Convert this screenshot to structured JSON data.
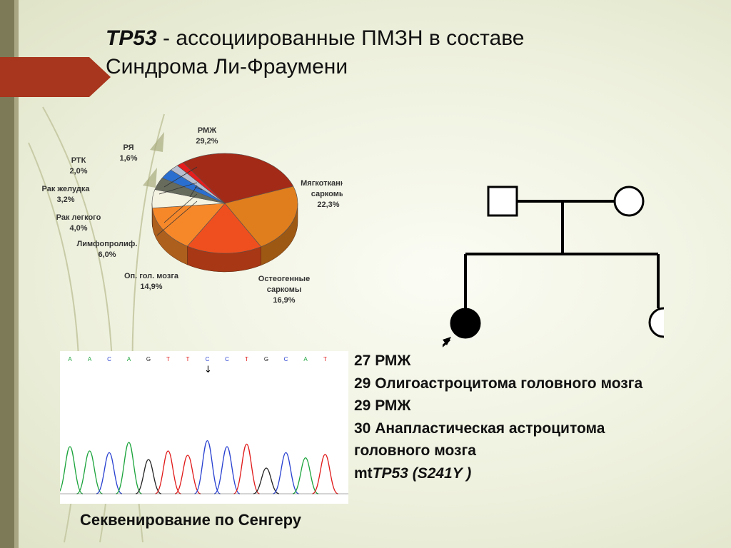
{
  "title": {
    "gene": "TP53",
    "line1_rest": " - ассоциированные ПМЗН в составе",
    "line2": "Синдрома Ли-Фраумени"
  },
  "chart_data": {
    "type": "pie",
    "categories": [
      "РМЖ",
      "Мягкотканные саркомы",
      "Остеогенные саркомы",
      "Оп. гол. мозга",
      "Лимфопролиф.",
      "Рак легкого",
      "Рак желудка",
      "РТК",
      "РЯ"
    ],
    "values": [
      29.2,
      22.3,
      16.9,
      14.9,
      6.0,
      4.0,
      3.2,
      2.0,
      1.6
    ],
    "labels": [
      "29,2%",
      "22,3%",
      "16,9%",
      "14,9%",
      "6,0%",
      "4,0%",
      "3,2%",
      "2,0%",
      "1,6%"
    ],
    "colors": [
      "#a32a17",
      "#e07d1c",
      "#ef4f1e",
      "#f7882a",
      "#f4f2e0",
      "#676b5c",
      "#2a6fd0",
      "#b7bed0",
      "#e51d1d"
    ],
    "title": "",
    "xlabel": "",
    "ylabel": ""
  },
  "pie_labels": {
    "rmzh": [
      "РМЖ",
      "29,2%"
    ],
    "soft": [
      "Мягкотканные",
      "саркомы",
      "22,3%"
    ],
    "osteo": [
      "Остеогенные",
      "саркомы",
      "16,9%"
    ],
    "brain": [
      "Оп. гол. мозга",
      "14,9%"
    ],
    "lymph": [
      "Лимфопролиф.",
      "6,0%"
    ],
    "lung": [
      "Рак легкого",
      "4,0%"
    ],
    "stomach": [
      "Рак желудка",
      "3,2%"
    ],
    "rtk": [
      "РТК",
      "2,0%"
    ],
    "rya": [
      "РЯ",
      "1,6%"
    ]
  },
  "sequence": {
    "bases": [
      "A",
      "A",
      "C",
      "A",
      "G",
      "T",
      "T",
      "C",
      "C",
      "T",
      "G",
      "C",
      "A",
      "T"
    ],
    "base_colors": {
      "A": "#1aa33a",
      "C": "#2840d0",
      "G": "#222222",
      "T": "#e01818"
    },
    "arrow": "↓"
  },
  "caption": "Секвенирование по Сенгеру",
  "info": {
    "line1": "27 РМЖ",
    "line2": "29 Олигоастроцитома головного мозга",
    "line3": "29 РМЖ",
    "line4": "30 Анапластическая астроцитома",
    "line5": "головного мозга",
    "mut_prefix": "mt",
    "mut_gene": "TP53 (S241Y )"
  }
}
